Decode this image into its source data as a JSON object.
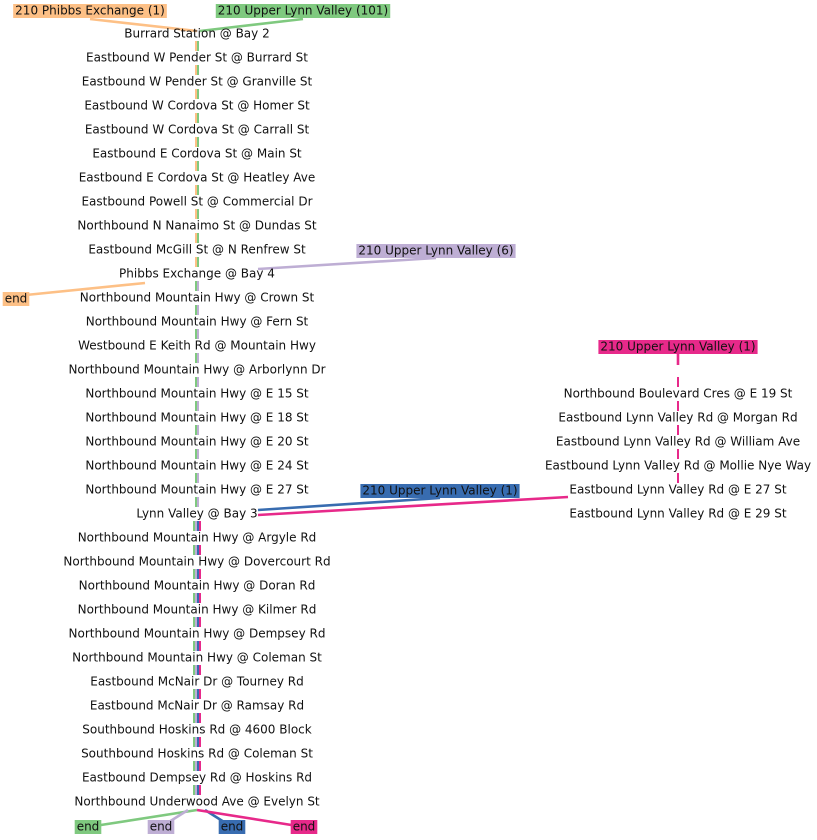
{
  "colors": {
    "green": "#7fc97f",
    "orange": "#fdc086",
    "purple": "#beaed4",
    "blue": "#386cb0",
    "pink": "#e7298a"
  },
  "main_stops": [
    "Burrard Station @ Bay 2",
    "Eastbound W Pender St @ Burrard St",
    "Eastbound W Pender St @ Granville St",
    "Eastbound W Cordova St @ Homer St",
    "Eastbound W Cordova St @ Carrall St",
    "Eastbound E Cordova St @ Main St",
    "Eastbound E Cordova St @ Heatley Ave",
    "Eastbound Powell St @ Commercial Dr",
    "Northbound N Nanaimo St @ Dundas St",
    "Eastbound McGill St @ N Renfrew St",
    "Phibbs Exchange @ Bay 4",
    "Northbound Mountain Hwy @ Crown St",
    "Northbound Mountain Hwy @ Fern St",
    "Westbound E Keith Rd @ Mountain Hwy",
    "Northbound Mountain Hwy @ Arborlynn Dr",
    "Northbound Mountain Hwy @ E 15 St",
    "Northbound Mountain Hwy @ E 18 St",
    "Northbound Mountain Hwy @ E 20 St",
    "Northbound Mountain Hwy @ E 24 St",
    "Northbound Mountain Hwy @ E 27 St",
    "Lynn Valley @ Bay 3",
    "Northbound Mountain Hwy @ Argyle Rd",
    "Northbound Mountain Hwy @ Dovercourt Rd",
    "Northbound Mountain Hwy @ Doran Rd",
    "Northbound Mountain Hwy @ Kilmer Rd",
    "Northbound Mountain Hwy @ Dempsey Rd",
    "Northbound Mountain Hwy @ Coleman St",
    "Eastbound McNair Dr @ Tourney Rd",
    "Eastbound McNair Dr @ Ramsay Rd",
    "Southbound Hoskins Rd @ 4600 Block",
    "Southbound Hoskins Rd @ Coleman St",
    "Eastbound Dempsey Rd @ Hoskins Rd",
    "Northbound Underwood Ave @ Evelyn St"
  ],
  "branch_stops": [
    "Northbound Boulevard Cres @ E 19 St",
    "Eastbound Lynn Valley Rd @ Morgan Rd",
    "Eastbound Lynn Valley Rd @ William Ave",
    "Eastbound Lynn Valley Rd @ Mollie Nye Way",
    "Eastbound Lynn Valley Rd @ E 27 St",
    "Eastbound Lynn Valley Rd @ E 29 St"
  ],
  "start_tags": [
    {
      "text": "210 Phibbs Exchange (1)",
      "color": "orange"
    },
    {
      "text": "210 Upper Lynn Valley (101)",
      "color": "green"
    },
    {
      "text": "210 Upper Lynn Valley (6)",
      "color": "purple"
    },
    {
      "text": "210 Upper Lynn Valley (1)",
      "color": "pink"
    },
    {
      "text": "210 Upper Lynn Valley (1)",
      "color": "blue"
    }
  ],
  "end_label": "end"
}
